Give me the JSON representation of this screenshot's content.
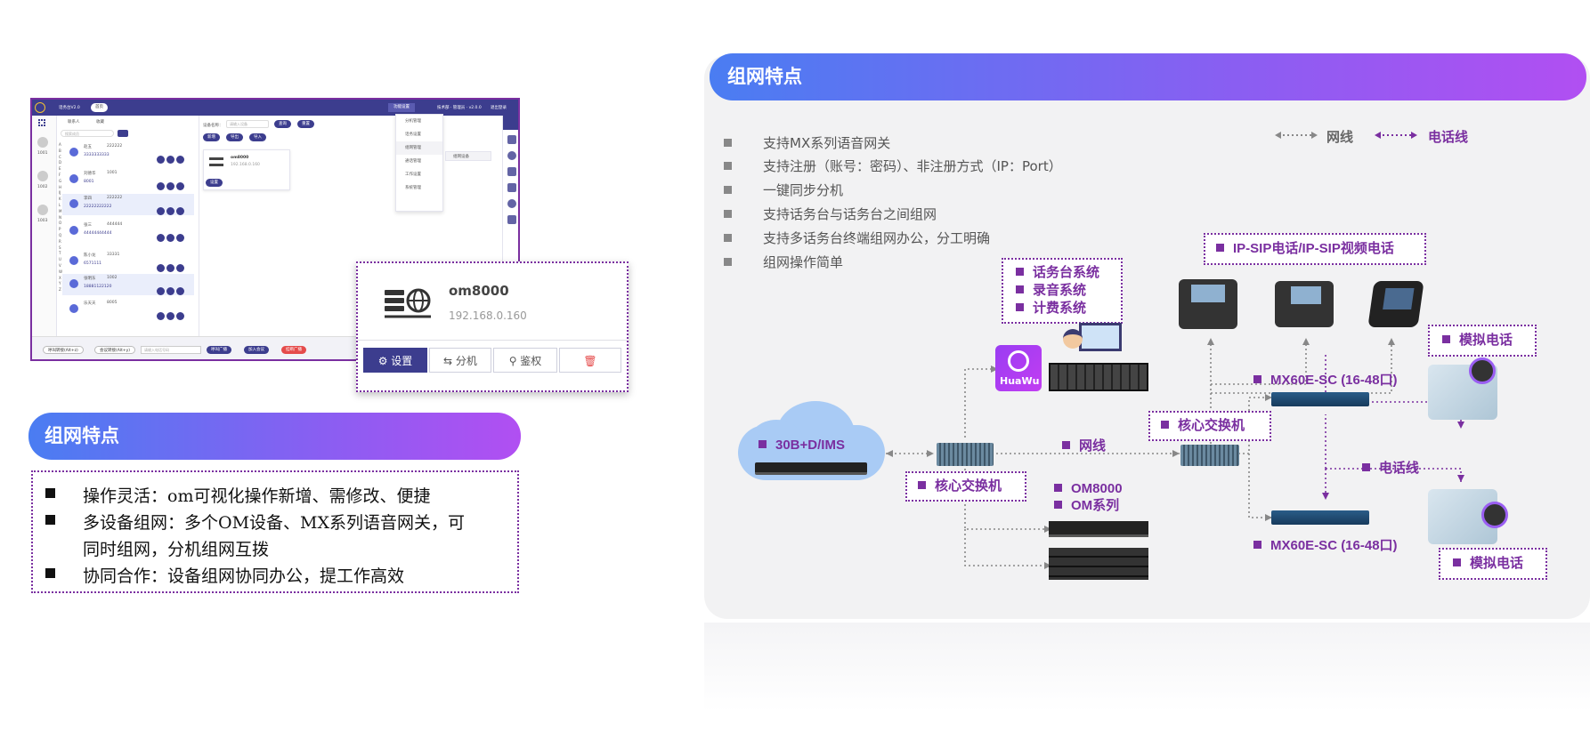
{
  "app": {
    "version": "话务台V2.0",
    "top_button": "首页",
    "top_menu": "功能设置",
    "top_user": "技术部 · 管理员 · v2.0.0",
    "logout": "退出登录",
    "tabs": [
      "联系人",
      "收藏"
    ],
    "search_placeholder": "搜索成员",
    "left_ids": [
      "1001",
      "1002",
      "1003"
    ],
    "alphabet": "ABCDEFGHIJKLMNOPQRSTUVWXYZ",
    "contacts": [
      {
        "name": "赵五",
        "num": "222222",
        "phone": "3333333333"
      },
      {
        "name": "刘德华",
        "num": "1001",
        "phone": "8001"
      },
      {
        "name": "李四",
        "num": "222222",
        "phone": "22222222222"
      },
      {
        "name": "张三",
        "num": "444444",
        "phone": "44444444444"
      },
      {
        "name": "陈小龙",
        "num": "33331",
        "phone": "6571111"
      },
      {
        "name": "张明东",
        "num": "1002",
        "phone": "18881122120"
      },
      {
        "name": "乐天天",
        "num": "8005",
        "phone": ""
      }
    ],
    "device_label": "设备名称：",
    "device_placeholder": "请输入设备",
    "query_btn": "查询",
    "reset_btn": "重置",
    "add_btn": "新增",
    "import_btn": "导出",
    "export_btn": "导入",
    "menu_items": [
      "分机管理",
      "话务设置",
      "组网管理",
      "通话管理",
      "工作设置",
      "系统管理"
    ],
    "submenu": "组网设备",
    "bottom_buttons": [
      "呼叫转接(Alt+z)",
      "会议转接(Alt+y)"
    ],
    "bottom_input": "请输入电话号码",
    "bottom_pills": [
      "呼叫广播",
      "加入会议",
      "挂断广播"
    ]
  },
  "device_card": {
    "name": "om8000",
    "ip": "192.168.0.160",
    "buttons": [
      "设置",
      "分机",
      "鉴权"
    ]
  },
  "left_section": {
    "title": "组网特点",
    "items": [
      "操作灵活：om可视化操作新增、需修改、便捷",
      "多设备组网：多个OM设备、MX系列语音网关，可",
      "同时组网，分机组网互拨",
      "协同合作：设备组网协同办公，提工作高效"
    ]
  },
  "right_section": {
    "title": "组网特点",
    "bullets": [
      "支持MX系列语音网关",
      "支持注册（账号：密码）、非注册方式（IP：Port）",
      "一键同步分机",
      "支持话务台与话务台之间组网",
      "支持多话务台终端组网办公，分工明确",
      "组网操作简单"
    ],
    "legend": {
      "net": "网线",
      "phone": "电话线"
    },
    "labels": {
      "systems": [
        "话务台系统",
        "录音系统",
        "计费系统"
      ],
      "ip_phone": "IP-SIP电话/IP-SIP视频电话",
      "analog1": "模拟电话",
      "analog2": "模拟电话",
      "mx1": "MX60E-SC (16-48口)",
      "mx2": "MX60E-SC (16-48口)",
      "core_left": "核心交换机",
      "core_right": "核心交换机",
      "cloud": "30B+D/IMS",
      "net_line": "网线",
      "phone_line": "电话线",
      "om": [
        "OM8000",
        "OM系列"
      ],
      "huawu": "HuaWu"
    },
    "colors": {
      "accent": "#7a2fa0",
      "banner_start": "#4a7df2",
      "banner_end": "#b14ff2"
    }
  }
}
